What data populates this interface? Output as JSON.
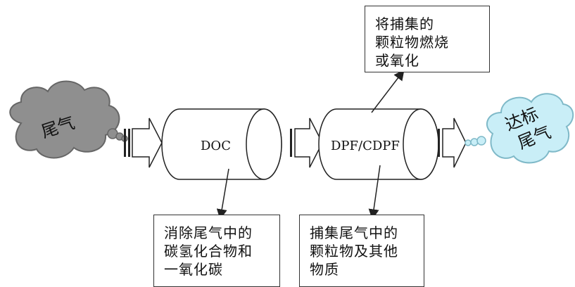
{
  "partial_title": "",
  "input_cloud_label": "尾气",
  "output_cloud_label_line1": "达标",
  "output_cloud_label_line2": "尾气",
  "doc_label": "DOC",
  "dpf_label": "DPF/CDPF",
  "note_burn": [
    "将捕集的",
    "颗粒物燃烧",
    "或氧化"
  ],
  "note_doc": [
    "消除尾气中的",
    "碳氢化合物和",
    "一氧化碳"
  ],
  "note_dpf": [
    "捕集尾气中的",
    "颗粒物及其他",
    "物质"
  ],
  "colors": {
    "input_cloud": "#8f8f8f",
    "output_cloud": "#c9eef7",
    "stroke": "#333333"
  }
}
